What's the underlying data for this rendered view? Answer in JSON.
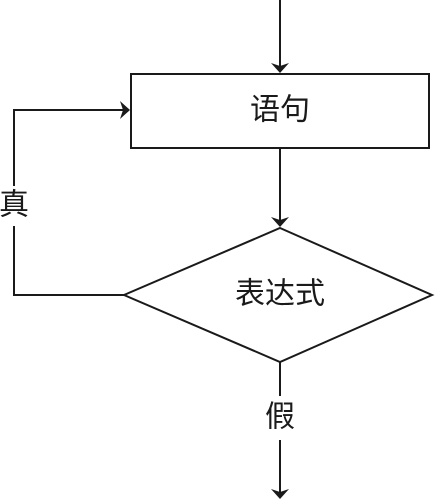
{
  "flowchart": {
    "process_box": {
      "label": "语句"
    },
    "decision": {
      "label": "表达式"
    },
    "true_branch": {
      "label": "真"
    },
    "false_branch": {
      "label": "假"
    }
  },
  "colors": {
    "stroke": "#1a1a1a",
    "background": "#ffffff"
  }
}
